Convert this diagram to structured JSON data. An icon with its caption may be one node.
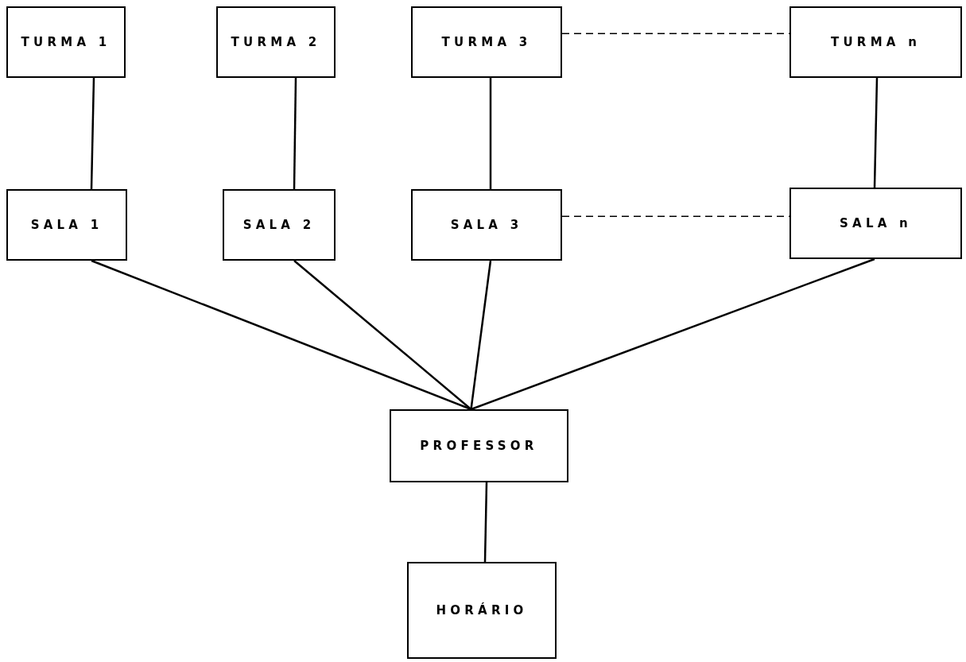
{
  "diagram": {
    "nodes": [
      {
        "text": [
          "TURMA 1"
        ]
      },
      {
        "text": [
          "TURMA 2"
        ]
      },
      {
        "text": [
          "TURMA 3"
        ]
      },
      {
        "text": [
          "TURMA n"
        ]
      },
      {
        "text": [
          "SALA 1"
        ]
      },
      {
        "text": [
          "SALA 2"
        ]
      },
      {
        "text": [
          "SALA 3"
        ]
      },
      {
        "text": [
          "SALA n"
        ]
      },
      {
        "text": [
          "PROFESSOR"
        ]
      },
      {
        "text": [
          "HORÁRIO"
        ]
      }
    ],
    "edges": [
      {
        "from": 0,
        "to": 4,
        "arrow": "none"
      },
      {
        "from": 1,
        "to": 5,
        "arrow": "none"
      },
      {
        "from": 2,
        "to": 6,
        "arrow": "none"
      },
      {
        "from": 3,
        "to": 7,
        "arrow": "none"
      },
      {
        "from": 2,
        "to": 3,
        "arrow": "none",
        "style": "dashed"
      },
      {
        "from": 6,
        "to": 7,
        "arrow": "none",
        "style": "dashed"
      },
      {
        "from": 4,
        "to": 8,
        "arrow": "none"
      },
      {
        "from": 5,
        "to": 8,
        "arrow": "none"
      },
      {
        "from": 6,
        "to": 8,
        "arrow": "none"
      },
      {
        "from": 7,
        "to": 8,
        "arrow": "none"
      },
      {
        "from": 8,
        "to": 9,
        "arrow": "none"
      }
    ]
  }
}
